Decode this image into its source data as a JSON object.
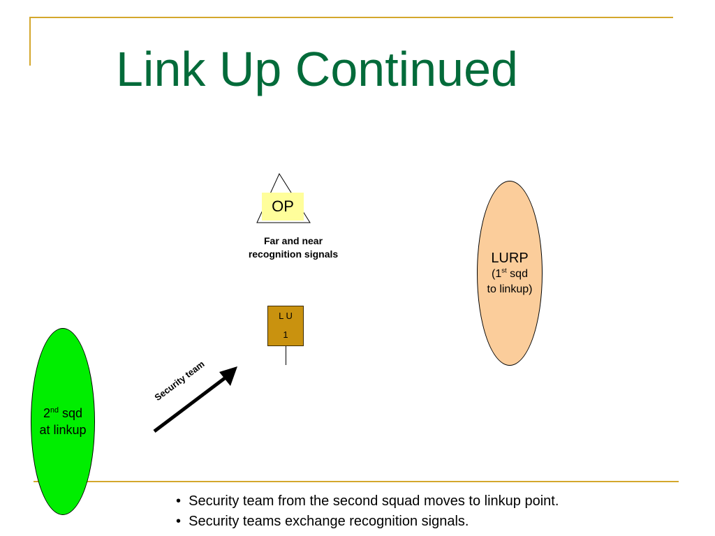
{
  "slide": {
    "title": "Link Up Continued",
    "op_label": "OP",
    "signals_line1": "Far and near",
    "signals_line2": "recognition signals",
    "lu_line1": "L U",
    "lu_line2": "1",
    "lurp": {
      "name": "LURP",
      "line2_pre": "(1",
      "line2_sup": "st",
      "line2_post": " sqd",
      "line3": "to linkup)"
    },
    "sqd2": {
      "num": "2",
      "sup": "nd",
      "post": " sqd",
      "line2": "at linkup"
    },
    "security_label": "Security team",
    "bullets": [
      "Security team from the second squad moves to linkup point.",
      "Security teams exchange recognition signals."
    ]
  },
  "colors": {
    "title": "#036b3a",
    "accent_gold": "#d4a72c",
    "op_fill": "#fffe9b",
    "lu_fill": "#c9920f",
    "lurp_fill": "#fbcd9b",
    "sqd2_fill": "#00ee00"
  }
}
